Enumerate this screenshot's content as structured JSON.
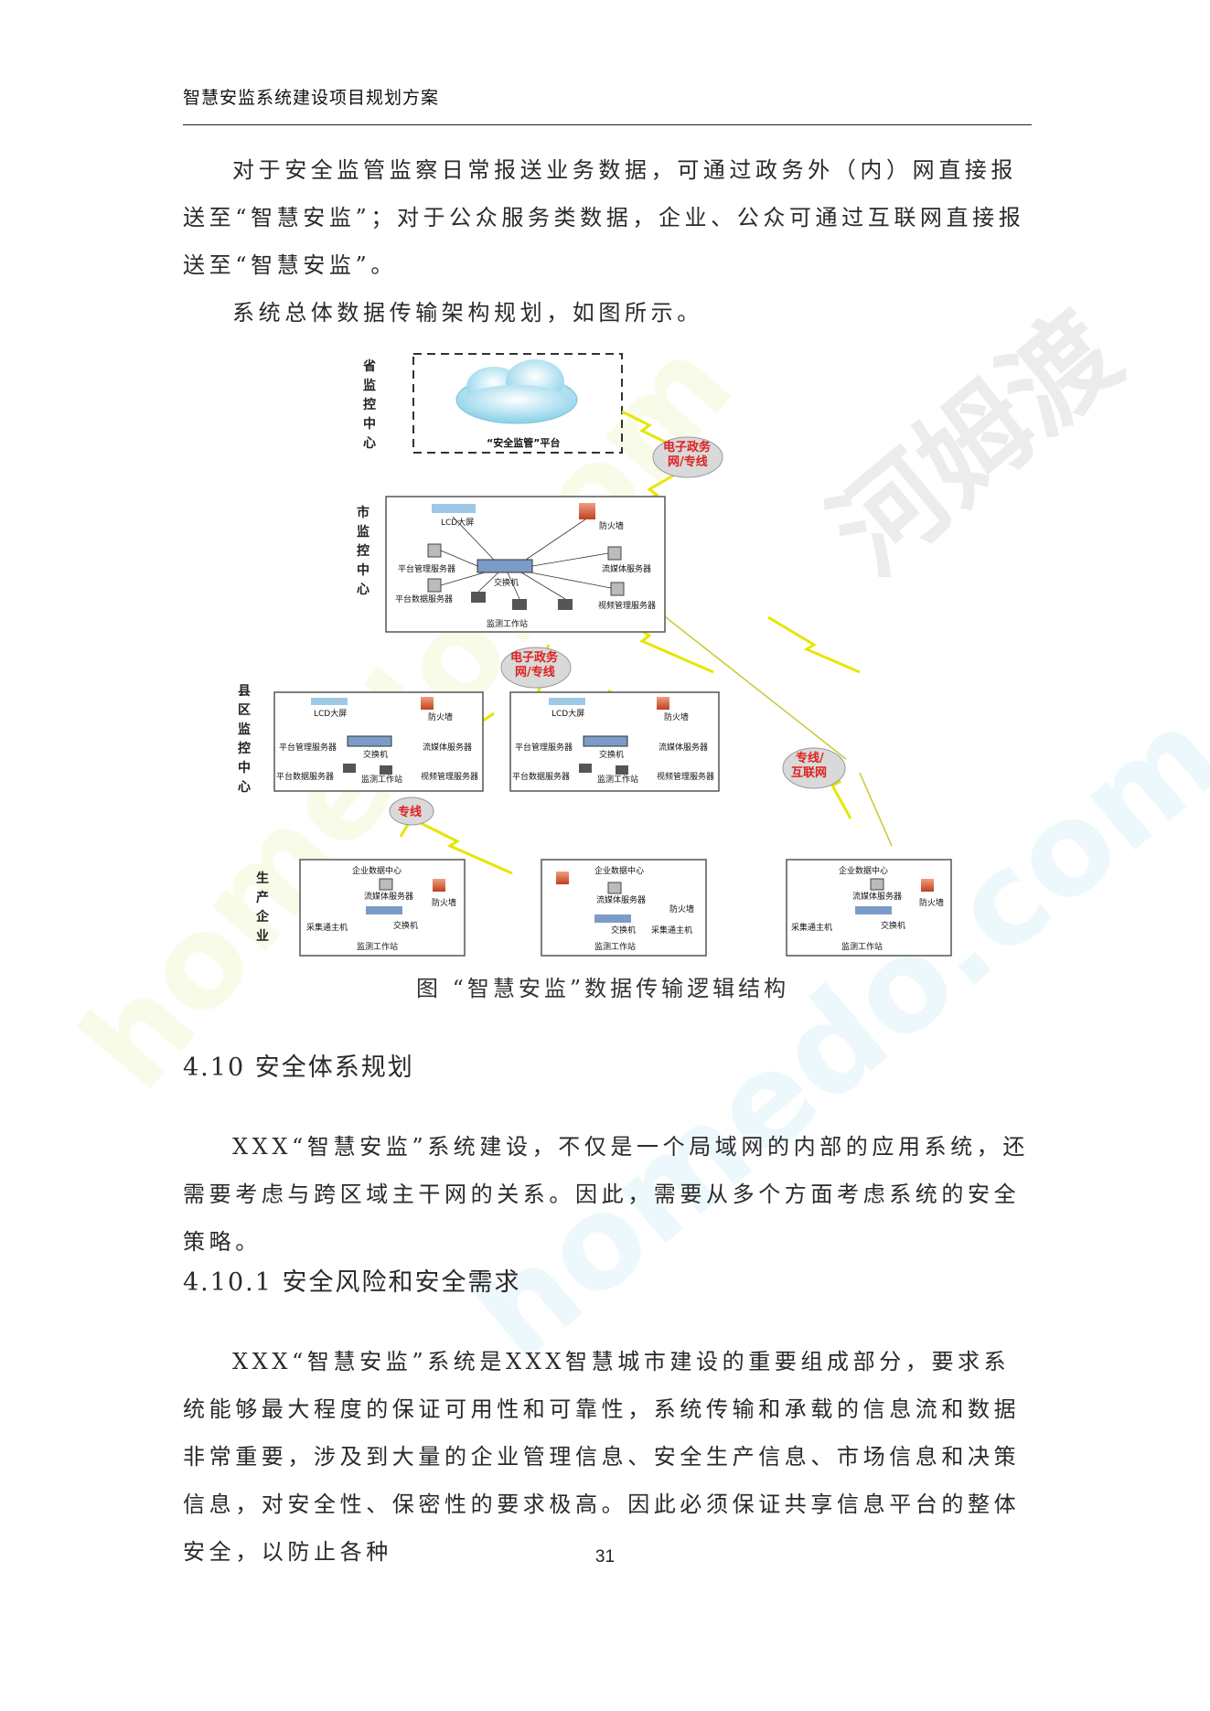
{
  "header": {
    "title": "智慧安监系统建设项目规划方案"
  },
  "paragraphs": {
    "p1": "对于安全监管监察日常报送业务数据，可通过政务外（内）网直接报送至“智慧安监”；对于公众服务类数据，企业、公众可通过互联网直接报送至“智慧安监”。",
    "p2": "系统总体数据传输架构规划，如图所示。",
    "p3": "XXX“智慧安监”系统建设，不仅是一个局域网的内部的应用系统，还需要考虑与跨区域主干网的关系。因此，需要从多个方面考虑系统的安全策略。",
    "p4": "XXX“智慧安监”系统是XXX智慧城市建设的重要组成部分，要求系统能够最大程度的保证可用性和可靠性，系统传输和承载的信息流和数据非常重要，涉及到大量的企业管理信息、安全生产信息、市场信息和决策信息，对安全性、保密性的要求极高。因此必须保证共享信息平台的整体安全，以防止各种"
  },
  "headings": {
    "h410": "4.10 安全体系规划",
    "h4101": "4.10.1 安全风险和安全需求"
  },
  "figure": {
    "caption": "图 “智慧安监”数据传输逻辑结构",
    "levels": {
      "province": "省监控中心",
      "city": "市监控中心",
      "county": "县区监控中心",
      "enterprise": "生产企业"
    },
    "platform_label": "“安全监管”平台",
    "clouds": {
      "egov": "电子政务网/专线",
      "dedicated": "专线",
      "dedicated_internet": "专线/互联网"
    },
    "nodes": {
      "lcd": "LCD大屏",
      "firewall": "防火墙",
      "platform_mgmt": "平台管理服务器",
      "streaming": "流媒体服务器",
      "switch": "交换机",
      "platform_data": "平台数据服务器",
      "video_mgmt": "视频管理服务器",
      "monitor_ws": "监测工作站",
      "enterprise_dc": "企业数据中心",
      "collector": "采集通主机"
    }
  },
  "page_number": "31",
  "watermark": {
    "brand": "河姆渡",
    "site": "homedo.com"
  }
}
